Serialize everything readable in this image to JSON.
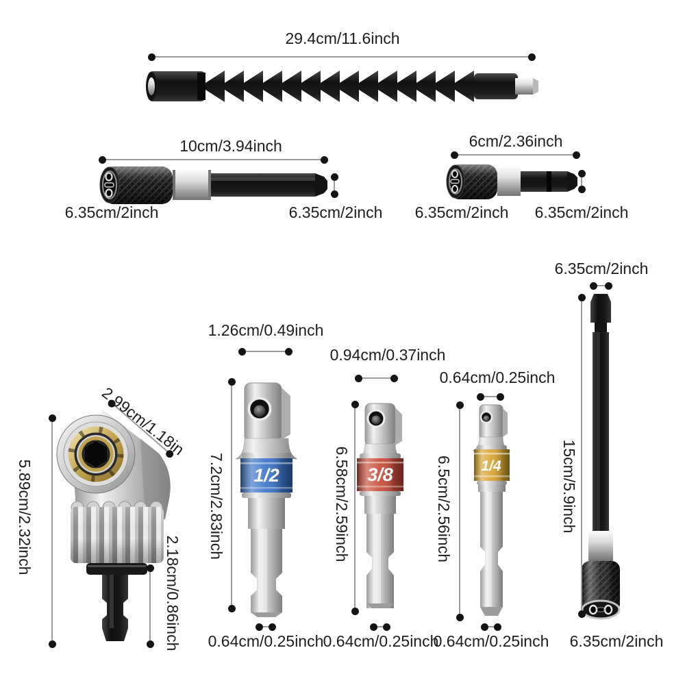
{
  "colors": {
    "background": "#ffffff",
    "text": "#1d1d1d",
    "dim_line": "#9b9b9b",
    "dim_dot": "#141414"
  },
  "flexible_shaft": {
    "length_label": "29.4cm/11.6inch"
  },
  "bit_holder_long": {
    "length_label": "10cm/3.94inch",
    "collar_label": "6.35cm/2inch",
    "shank_label": "6.35cm/2inch"
  },
  "bit_holder_short": {
    "length_label": "6cm/2.36inch",
    "collar_label": "6.35cm/2inch",
    "shank_label": "6.35cm/2inch"
  },
  "angle_adapter": {
    "head_label": "2.99cm/1.18in",
    "length_label": "5.89cm/2.32inch",
    "shank_label": "2.18cm/0.86inch"
  },
  "sockets": [
    {
      "size": "1/2",
      "band_color": "#3a72c8",
      "drive_label": "1.26cm/0.49inch",
      "length_label": "7.2cm/2.83inch",
      "shank_label": "0.64cm/0.25inch"
    },
    {
      "size": "3/8",
      "band_color": "#c94a38",
      "drive_label": "0.94cm/0.37inch",
      "length_label": "6.58cm/2.59inch",
      "shank_label": "0.64cm/0.25inch"
    },
    {
      "size": "1/4",
      "band_color": "#d7a32e",
      "drive_label": "0.64cm/0.25inch",
      "length_label": "6.5cm/2.56inch",
      "shank_label": "0.64cm/0.25inch"
    }
  ],
  "extension_bar": {
    "shank_label": "6.35cm/2inch",
    "length_label": "15cm/5.9inch",
    "collar_label": "6.35cm/2inch"
  }
}
